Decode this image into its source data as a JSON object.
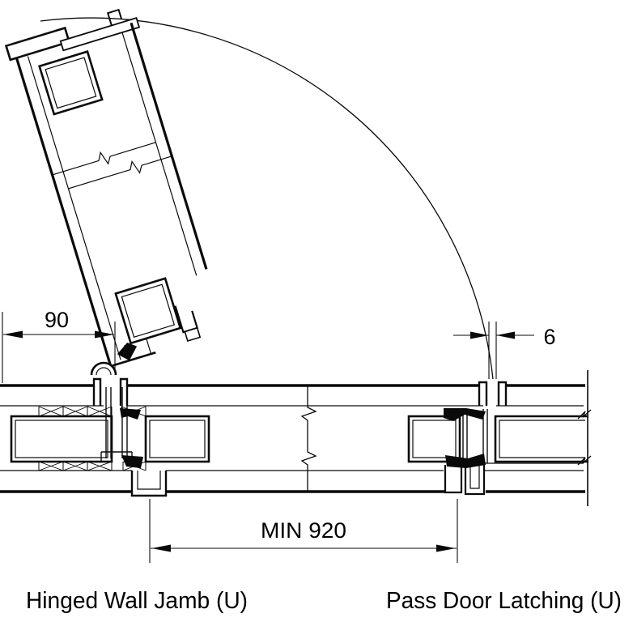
{
  "drawing": {
    "background": "#ffffff",
    "line_color": "#0a0a0a",
    "dimensions": {
      "hinge_side": "90",
      "latch_gap": "6",
      "door_opening": "MIN 920"
    },
    "captions": {
      "left": "Hinged Wall Jamb (U)",
      "right": "Pass Door Latching (U)"
    }
  }
}
